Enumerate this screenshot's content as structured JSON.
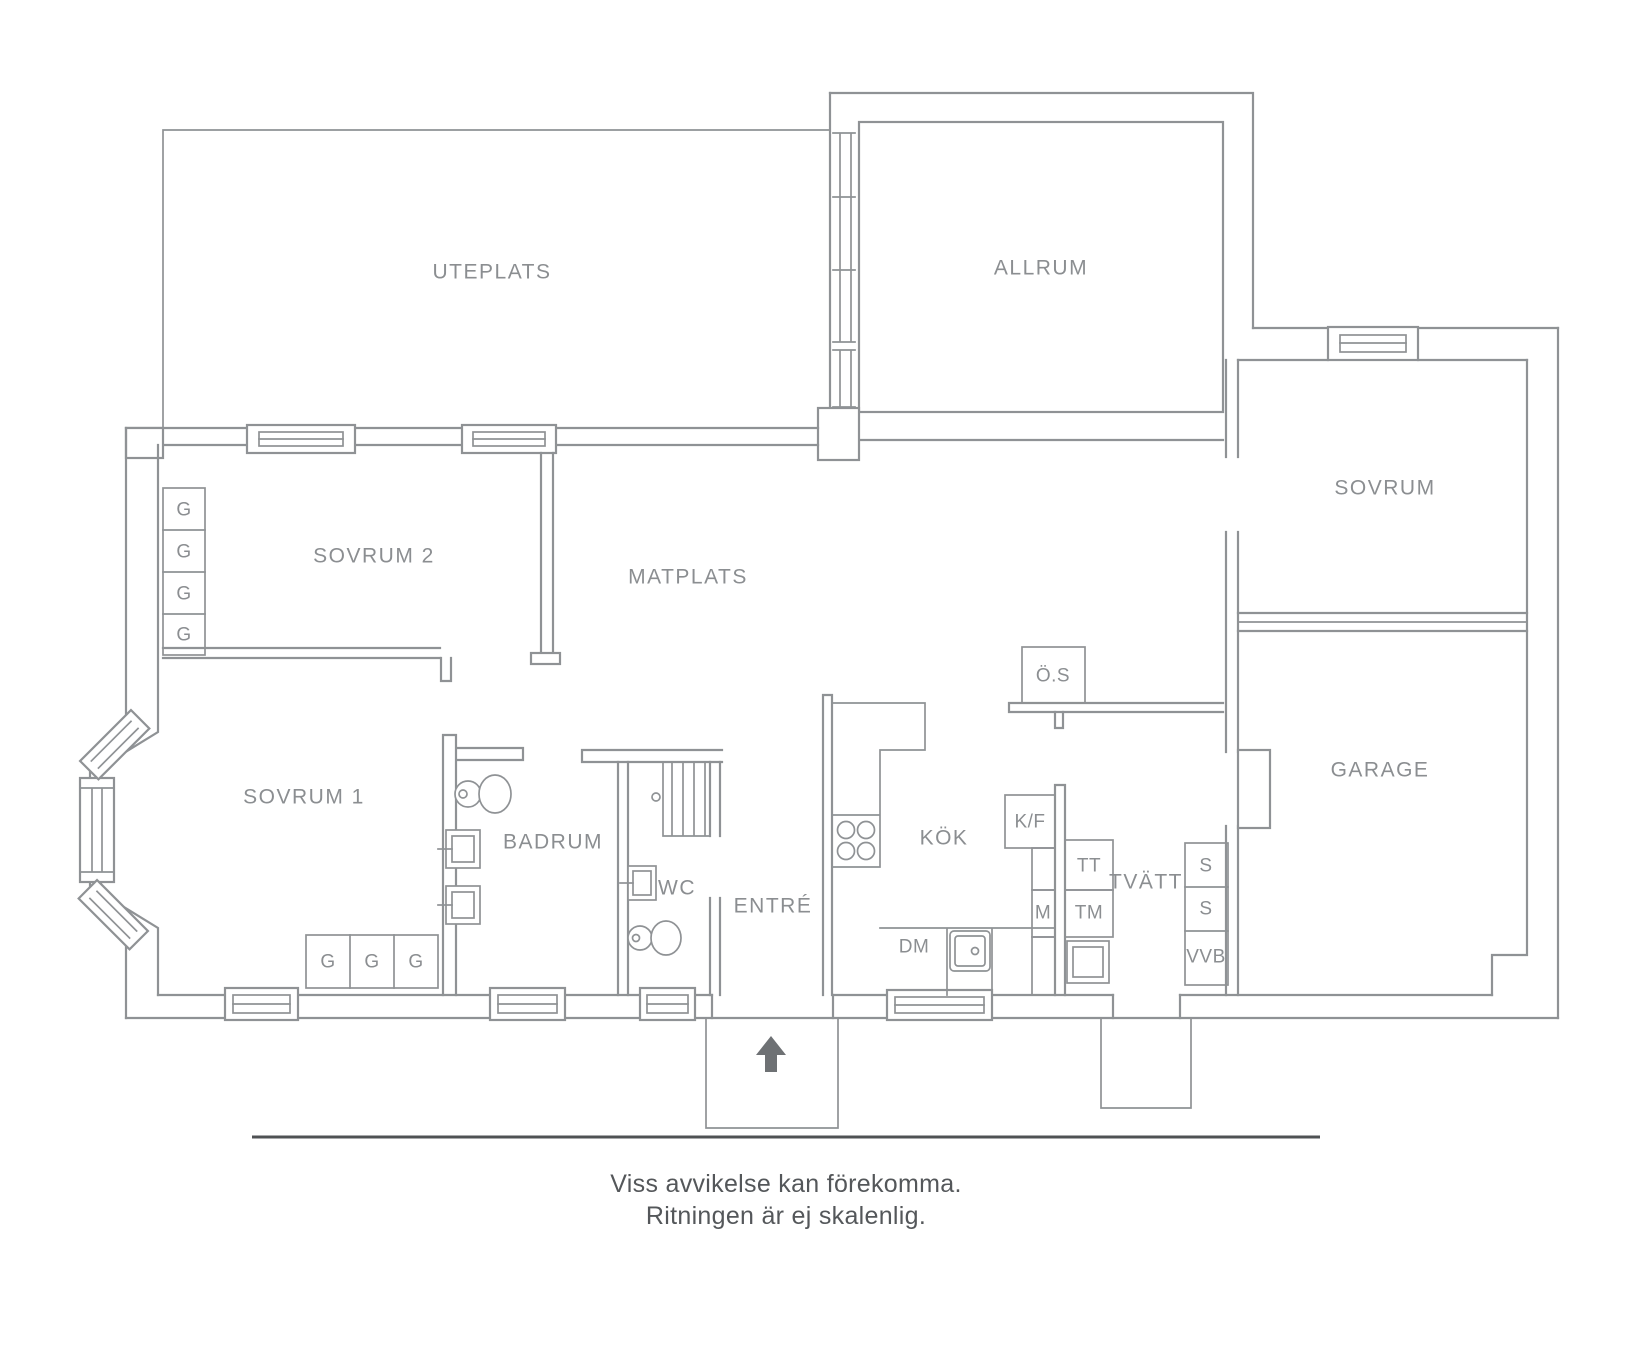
{
  "document": {
    "type": "floor-plan",
    "language": "sv",
    "footer": {
      "line1": "Viss avvikelse kan förekomma.",
      "line2": "Ritningen är ej skalenlig."
    }
  },
  "rooms": [
    {
      "id": "uteplats",
      "label": "UTEPLATS"
    },
    {
      "id": "allrum",
      "label": "ALLRUM"
    },
    {
      "id": "sovrum",
      "label": "SOVRUM"
    },
    {
      "id": "sovrum-2",
      "label": "SOVRUM 2"
    },
    {
      "id": "matplats",
      "label": "MATPLATS"
    },
    {
      "id": "sovrum-1",
      "label": "SOVRUM 1"
    },
    {
      "id": "badrum",
      "label": "BADRUM"
    },
    {
      "id": "wc",
      "label": "WC"
    },
    {
      "id": "entre",
      "label": "ENTRÉ"
    },
    {
      "id": "kok",
      "label": "KÖK"
    },
    {
      "id": "tvatt",
      "label": "TVÄTT"
    },
    {
      "id": "garage",
      "label": "GARAGE"
    }
  ],
  "fixtures": {
    "wardrobe_label": "G",
    "fireplace_label": "Ö.S",
    "fridge_freezer_label": "K/F",
    "dryer_label": "TT",
    "washing_machine_label": "TM",
    "microwave_label": "M",
    "dishwasher_label": "DM",
    "cleaning_closet_label": "S",
    "water_heater_label": "VVB"
  },
  "colors": {
    "wall": "#8f9295",
    "text": "#8b8e91",
    "footer_text": "#54575a",
    "arrow": "#6e7174",
    "background": "#ffffff"
  }
}
